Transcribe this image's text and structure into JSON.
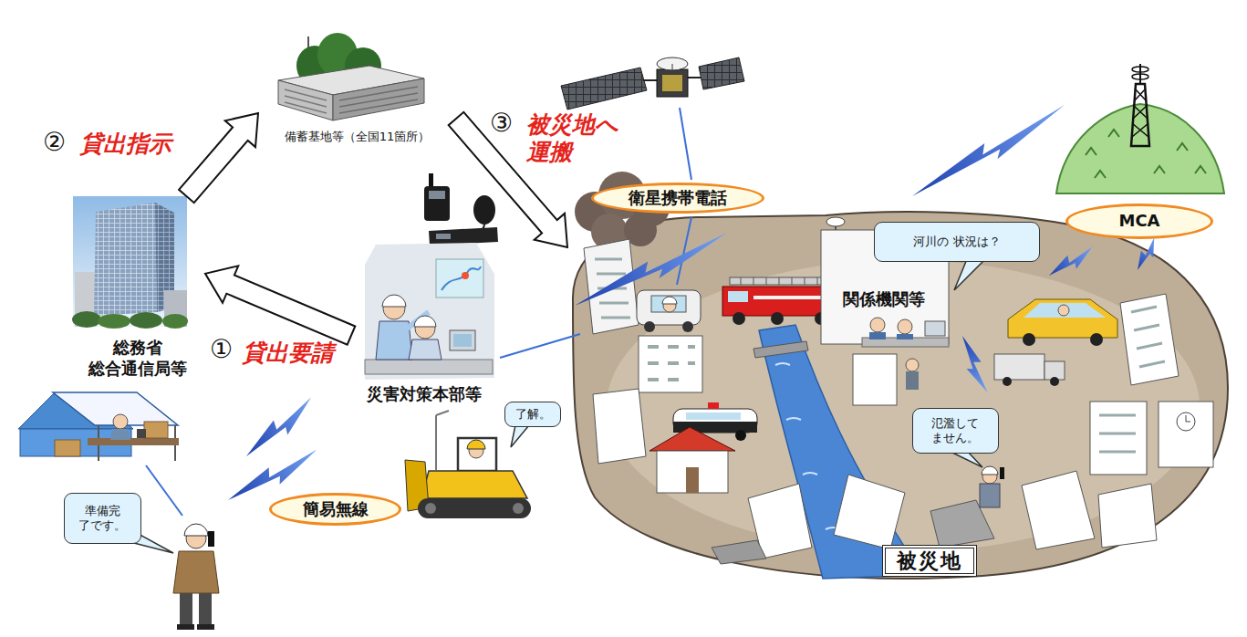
{
  "diagram": {
    "nodes": [
      {
        "text": [
          "総務省 総合通信局等"
        ]
      },
      {
        "text": [
          "備蓄基地等（全国11箇所）"
        ]
      },
      {
        "text": [
          "災害対策本部等"
        ]
      },
      {
        "text": [
          "被災地"
        ]
      },
      {
        "text": [
          "衛星携帯電話"
        ],
        "in": 3
      },
      {
        "text": [
          "MCA"
        ],
        "in": 3
      },
      {
        "text": [
          "河川の 状況は？"
        ],
        "in": 3
      },
      {
        "text": [
          "氾濫して ません。"
        ],
        "in": 3
      },
      {
        "text": [
          "了解。"
        ]
      },
      {
        "text": [
          "簡易無線"
        ]
      },
      {
        "text": [
          "準備完 了です。"
        ]
      }
    ],
    "edges": [
      {
        "from": 2,
        "to": 0,
        "arrow": "to",
        "label": "貸出要請"
      },
      {
        "from": 0,
        "to": 1,
        "arrow": "to",
        "label": "貸出指示"
      },
      {
        "from": 1,
        "to": 3,
        "arrow": "to",
        "label": "被災地へ 運搬"
      }
    ],
    "labels": [
      "①",
      "②",
      "③",
      "関係機関等"
    ]
  }
}
